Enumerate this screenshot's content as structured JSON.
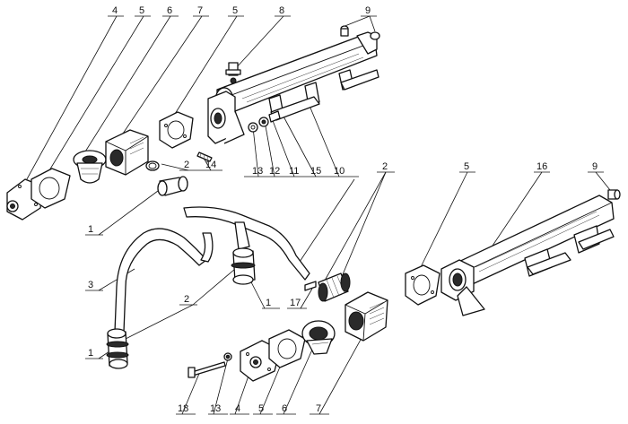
{
  "callouts": {
    "top": [
      "4",
      "5",
      "6",
      "7",
      "5",
      "8",
      "9"
    ],
    "manifold_row": [
      "13",
      "12",
      "11",
      "15",
      "10"
    ],
    "thermostat_row": [
      "2",
      "14"
    ],
    "left": [
      "1",
      "3",
      "1"
    ],
    "middle": [
      "2",
      "1",
      "17"
    ],
    "right_top": [
      "2"
    ],
    "bottom": [
      "18",
      "13",
      "4",
      "5",
      "6",
      "7"
    ],
    "right_assembly": [
      "5",
      "16",
      "9"
    ]
  }
}
